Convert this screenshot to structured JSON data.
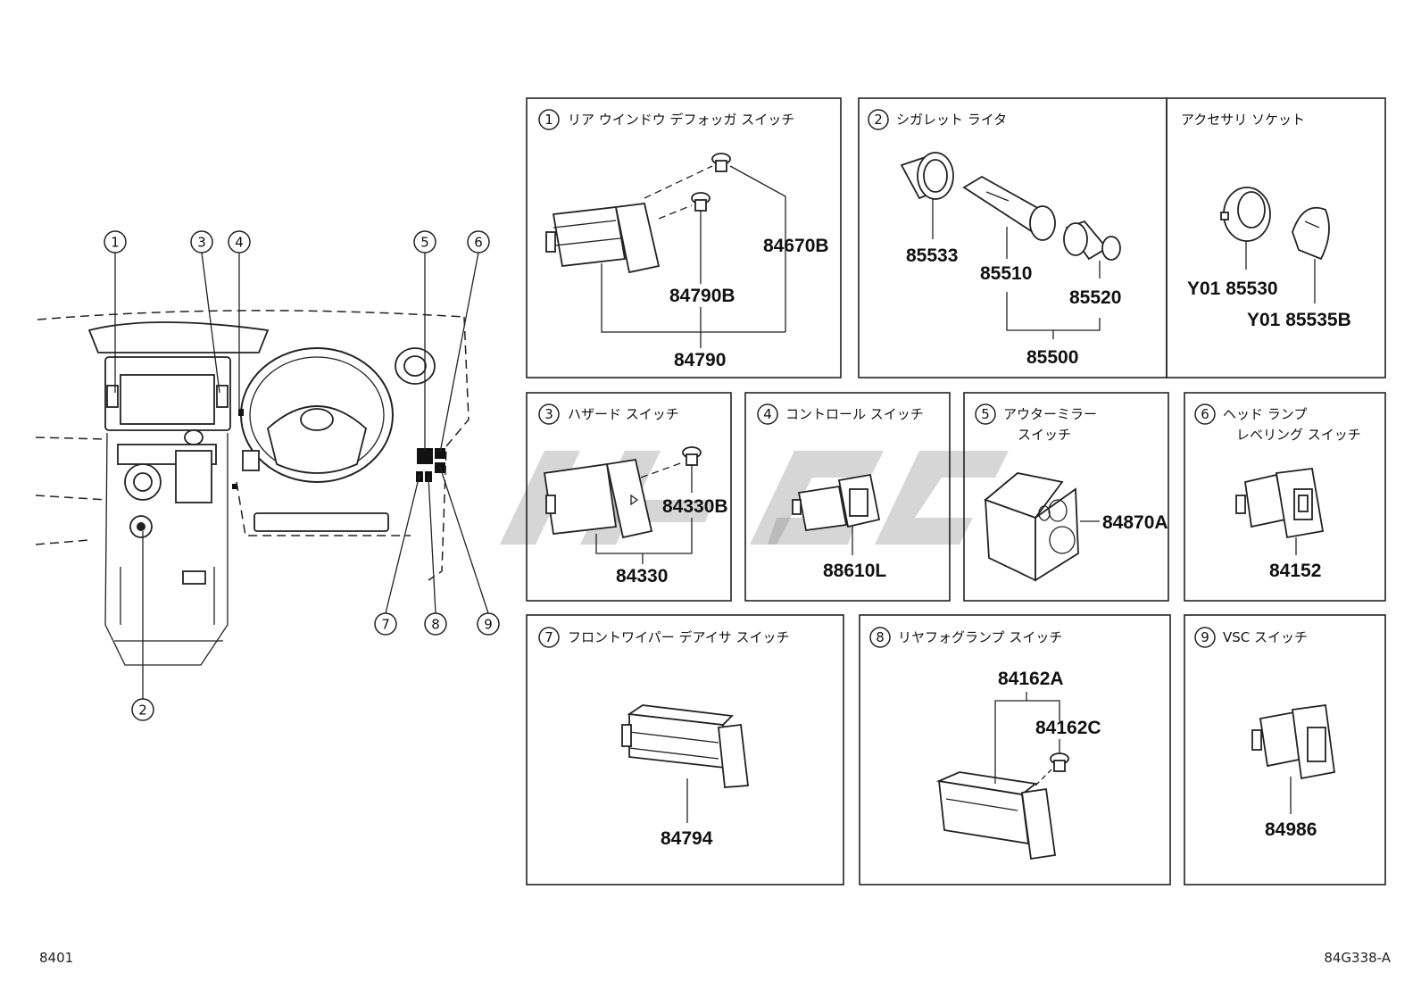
{
  "page": {
    "left_code": "8401",
    "right_code": "84G338-A"
  },
  "overview": {
    "callouts": [
      "1",
      "2",
      "3",
      "4",
      "5",
      "6",
      "7",
      "8",
      "9"
    ]
  },
  "panels": {
    "p1": {
      "num": "1",
      "title": "リア ウインドウ デフォッガ スイッチ",
      "parts": [
        "84670B",
        "84790B",
        "84790"
      ]
    },
    "p2": {
      "num": "2",
      "title": "シガレット ライタ",
      "parts": [
        "85533",
        "85510",
        "85520",
        "85500"
      ]
    },
    "p2b": {
      "title": "アクセサリ ソケット",
      "parts": [
        "Y01 85530",
        "Y01 85535B"
      ]
    },
    "p3": {
      "num": "3",
      "title": "ハザード スイッチ",
      "parts": [
        "84330B",
        "84330"
      ]
    },
    "p4": {
      "num": "4",
      "title": "コントロール スイッチ",
      "parts": [
        "88610L"
      ]
    },
    "p5": {
      "num": "5",
      "title_line1": "アウターミラー",
      "title_line2": "スイッチ",
      "parts": [
        "84870A"
      ]
    },
    "p6": {
      "num": "6",
      "title_line1": "ヘッド ランプ",
      "title_line2": "レベリング スイッチ",
      "parts": [
        "84152"
      ]
    },
    "p7": {
      "num": "7",
      "title": "フロントワイパー デアイサ スイッチ",
      "parts": [
        "84794"
      ]
    },
    "p8": {
      "num": "8",
      "title": "リヤフォグランプ スイッチ",
      "parts": [
        "84162A",
        "84162C"
      ]
    },
    "p9": {
      "num": "9",
      "title": "VSC スイッチ",
      "parts": [
        "84986"
      ]
    }
  }
}
